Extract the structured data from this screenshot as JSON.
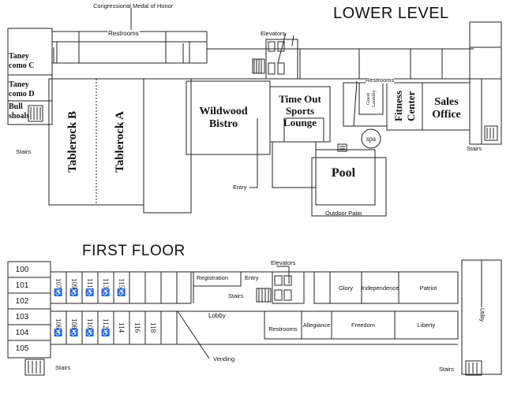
{
  "lower": {
    "title": "LOWER LEVEL",
    "medal": "Congressional Medal of Honor",
    "restrooms_top": "Restrooms",
    "elevators": "Elevators",
    "taney_c": "Taney como C",
    "taney_d": "Taney como D",
    "bull_shoals": "Bull shoals",
    "stairs_left": "Stairs",
    "tablerock_b": "Tablerock B",
    "tablerock_a": "Tablerock A",
    "wildwood": "Wildwood Bistro",
    "timeout": "Time Out Sports Lounge",
    "restrooms_right": "Restrooms",
    "guest_laundry": "Guest Laundry",
    "fitness": "Fitness Center",
    "sales": "Sales Office",
    "spa": "spa",
    "pool": "Pool",
    "entry": "Entry",
    "patio": "Outdoor Patio",
    "stairs_right": "Stairs"
  },
  "first": {
    "title": "FIRST FLOOR",
    "rooms_left": [
      "100",
      "101",
      "102",
      "103",
      "104",
      "105"
    ],
    "rooms_top": [
      "107",
      "109",
      "111",
      "113",
      "115"
    ],
    "rooms_bottom": [
      "106",
      "108",
      "110",
      "112",
      "114",
      "116",
      "118"
    ],
    "registration": "Registration",
    "entry": "Entry",
    "elevators": "Elevators",
    "stairs_mid": "Stairs",
    "lobby": "Lobby",
    "vending": "Vending",
    "restrooms": "Restrooms",
    "allegiance": "Allegiance",
    "freedom": "Freedom",
    "liberty": "Liberty",
    "glory": "Glory",
    "independence": "Independence",
    "patriot": "Patriot",
    "utility": "Utility",
    "stairs_left": "Stairs",
    "stairs_right": "Stairs",
    "accessible_icon": "wheelchair-icon"
  }
}
